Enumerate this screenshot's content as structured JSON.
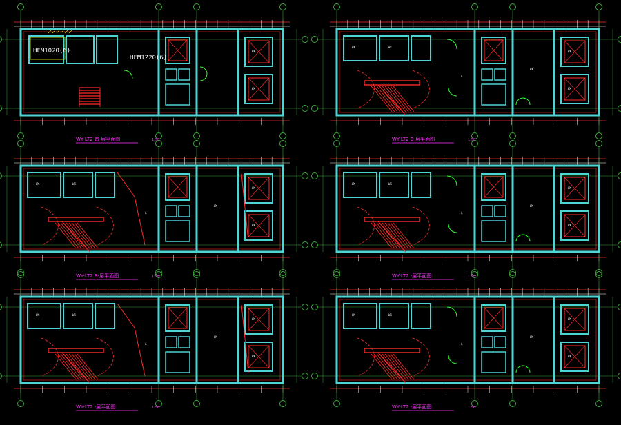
{
  "colors": {
    "background": "#000000",
    "wall": "#4fd4d4",
    "grid": "#3aa83a",
    "red": "#ff2a2a",
    "title": "#ff33ff",
    "text": "#ffffff",
    "door": "#33ff33",
    "yellow": "#e8e800"
  },
  "plans": [
    {
      "title": "WY-LT2 首-层平面图",
      "scale": "1:50",
      "door_labels": [
        "HFM1020(6)",
        "HFM1220(6)"
      ],
      "variant": "ground"
    },
    {
      "title": "WY-LT2 B-层平面图",
      "scale": "1:50",
      "door_labels": [],
      "variant": "upper-left"
    },
    {
      "title": "WY-LT2 B-层平面图",
      "scale": "1:50",
      "door_labels": [],
      "variant": "mid"
    },
    {
      "title": "WY-LT2 -层平面图",
      "scale": "1:50",
      "door_labels": [],
      "variant": "upper-left"
    },
    {
      "title": "WY-LT2 -层平面图",
      "scale": "1:50",
      "door_labels": [],
      "variant": "mid"
    },
    {
      "title": "WY-LT2 -层平面图",
      "scale": "1:50",
      "door_labels": [],
      "variant": "upper-left"
    }
  ]
}
